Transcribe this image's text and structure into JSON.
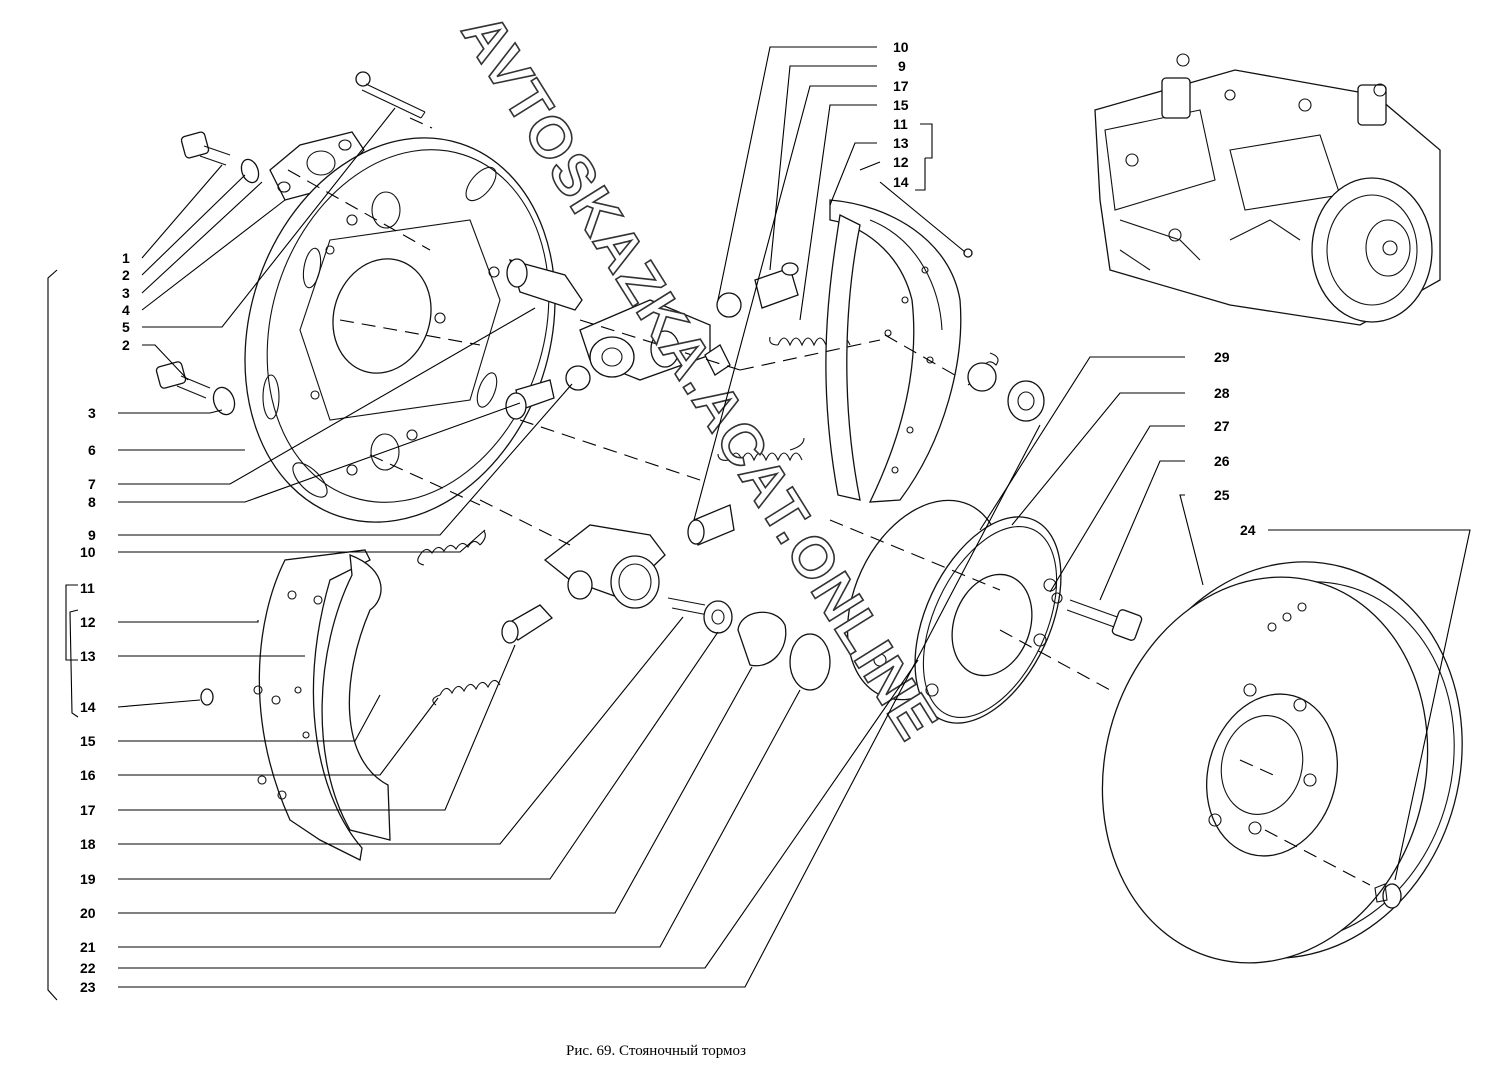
{
  "caption": "Рис. 69. Стояночный тормоз",
  "watermark": "AVTOSKAZKA.ACAT.ONLINE",
  "left_labels": [
    "1",
    "2",
    "3",
    "4",
    "5",
    "2",
    "3",
    "6",
    "7",
    "8",
    "9",
    "10",
    "11",
    "12",
    "13",
    "14",
    "15",
    "16",
    "17",
    "18",
    "19",
    "20",
    "21",
    "22",
    "23"
  ],
  "top_labels": [
    "10",
    "9",
    "17",
    "15",
    "11",
    "13",
    "12",
    "14"
  ],
  "right_labels": [
    "29",
    "28",
    "27",
    "26",
    "25",
    "24"
  ],
  "groups": {
    "left_bracket": "1–23",
    "left_sub_bracket": "11–14",
    "top_bracket": "11–14"
  }
}
